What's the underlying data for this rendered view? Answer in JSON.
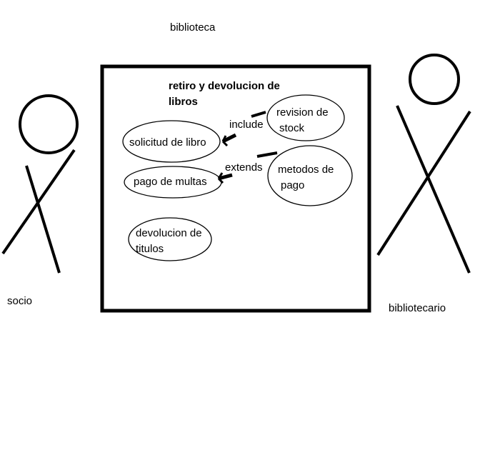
{
  "diagram_title": "biblioteca",
  "system": {
    "title_line1": "retiro y devolucion de",
    "title_line2": "libros"
  },
  "actors": [
    {
      "name": "socio"
    },
    {
      "name": "bibliotecario"
    }
  ],
  "use_cases": [
    {
      "line1": "solicitud de libro",
      "line2": ""
    },
    {
      "line1": "pago de multas",
      "line2": ""
    },
    {
      "line1": "devolucion de",
      "line2": "titulos"
    },
    {
      "line1": "revision de",
      "line2": "stock"
    },
    {
      "line1": "metodos de",
      "line2": "pago"
    }
  ],
  "relations": [
    {
      "label": "include"
    },
    {
      "label": "extends"
    }
  ]
}
